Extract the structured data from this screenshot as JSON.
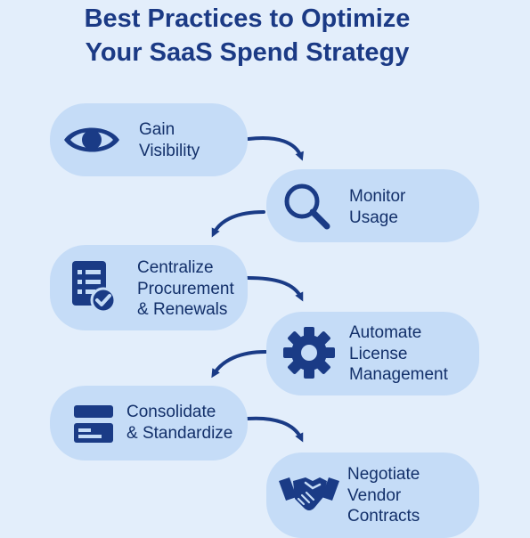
{
  "title": {
    "line1": "Best Practices to Optimize",
    "line2": "Your SaaS Spend Strategy"
  },
  "colors": {
    "background": "#e3eefb",
    "box": "#c5dcf7",
    "icon": "#1a3b86",
    "text": "#13306a"
  },
  "steps": [
    {
      "icon": "eye-icon",
      "lines": [
        "Gain",
        "Visibility"
      ]
    },
    {
      "icon": "magnifier-icon",
      "lines": [
        "Monitor",
        "Usage"
      ]
    },
    {
      "icon": "checklist-icon",
      "lines": [
        "Centralize",
        "Procurement",
        "& Renewals"
      ]
    },
    {
      "icon": "gear-icon",
      "lines": [
        "Automate",
        "License",
        "Management"
      ]
    },
    {
      "icon": "consolidate-icon",
      "lines": [
        "Consolidate",
        "& Standardize"
      ]
    },
    {
      "icon": "handshake-icon",
      "lines": [
        "Negotiate",
        "Vendor",
        "Contracts"
      ]
    }
  ]
}
